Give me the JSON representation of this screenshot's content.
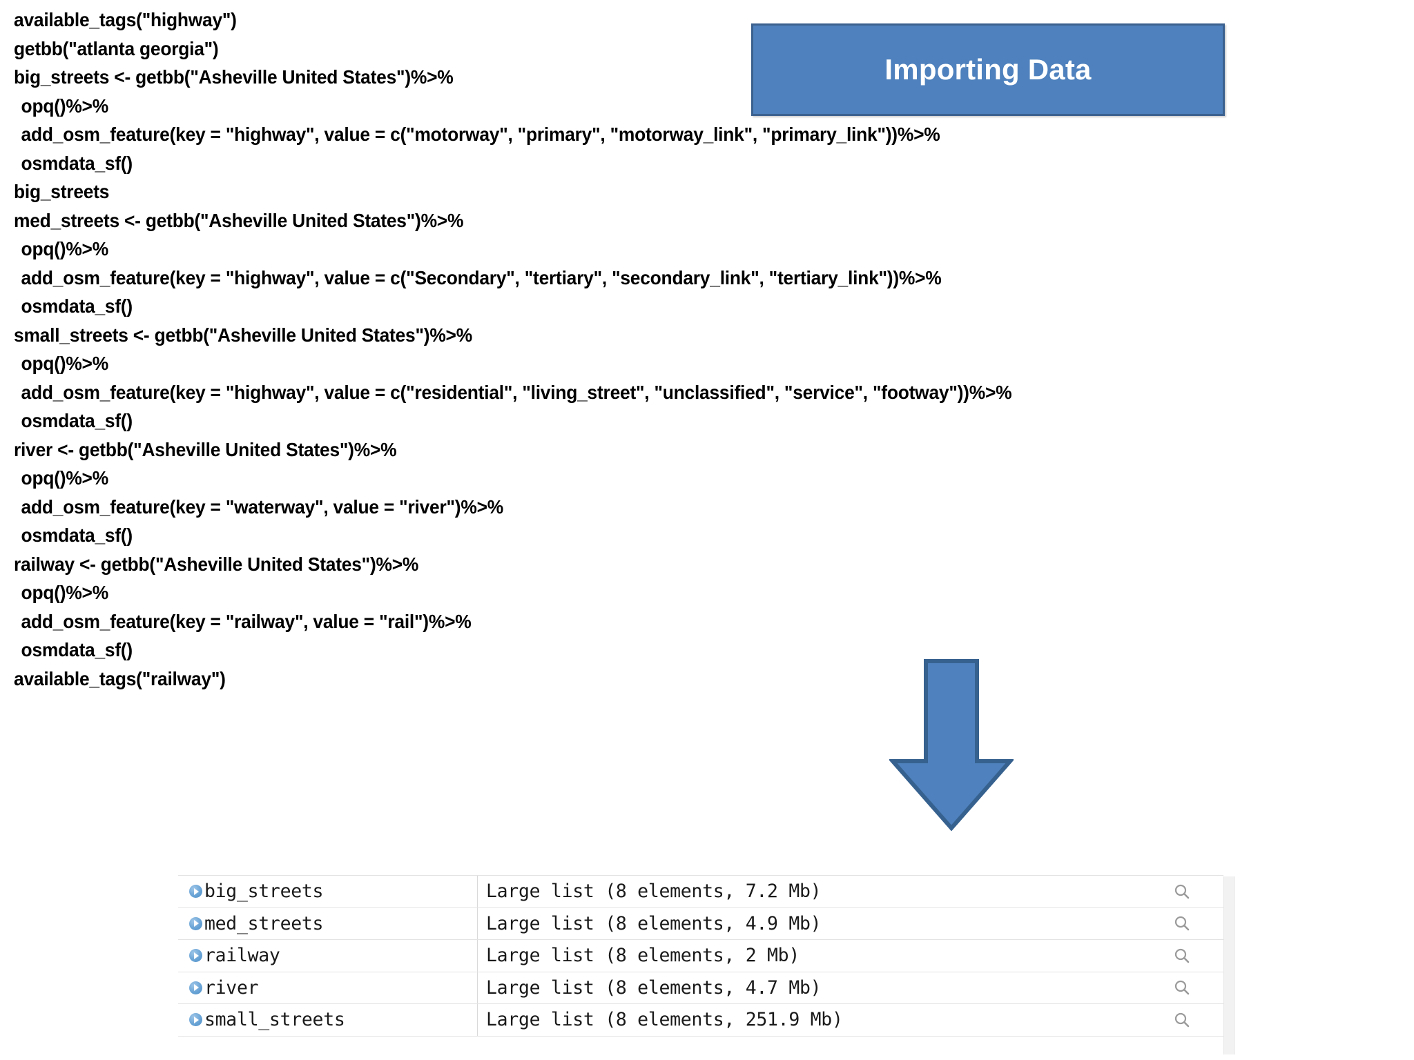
{
  "banner": {
    "title": "Importing Data",
    "fill_color": "#4E81BD",
    "border_color": "#3C618F",
    "text_color": "#FFFFFF"
  },
  "arrow": {
    "direction": "down",
    "fill_color": "#4E81BD",
    "border_color": "#36618F"
  },
  "code": {
    "lines": [
      {
        "text": "available_tags(\"highway\")",
        "indent": false
      },
      {
        "text": "getbb(\"atlanta georgia\")",
        "indent": false
      },
      {
        "text": "",
        "indent": false
      },
      {
        "text": "big_streets <- getbb(\"Asheville United States\")%>%",
        "indent": false
      },
      {
        "text": "opq()%>%",
        "indent": true
      },
      {
        "text": "add_osm_feature(key = \"highway\", value = c(\"motorway\", \"primary\", \"motorway_link\", \"primary_link\"))%>%",
        "indent": true
      },
      {
        "text": "osmdata_sf()",
        "indent": true
      },
      {
        "text": "big_streets",
        "indent": false
      },
      {
        "text": "",
        "indent": false
      },
      {
        "text": "med_streets <- getbb(\"Asheville United States\")%>%",
        "indent": false
      },
      {
        "text": "opq()%>%",
        "indent": true
      },
      {
        "text": "add_osm_feature(key = \"highway\", value = c(\"Secondary\", \"tertiary\", \"secondary_link\", \"tertiary_link\"))%>%",
        "indent": true
      },
      {
        "text": "osmdata_sf()",
        "indent": true
      },
      {
        "text": "",
        "indent": false
      },
      {
        "text": "small_streets <- getbb(\"Asheville United States\")%>%",
        "indent": false
      },
      {
        "text": "opq()%>%",
        "indent": true
      },
      {
        "text": "add_osm_feature(key = \"highway\", value = c(\"residential\", \"living_street\", \"unclassified\", \"service\", \"footway\"))%>%",
        "indent": true
      },
      {
        "text": "osmdata_sf()",
        "indent": true
      },
      {
        "text": "",
        "indent": false
      },
      {
        "text": "river <- getbb(\"Asheville United States\")%>%",
        "indent": false
      },
      {
        "text": "opq()%>%",
        "indent": true
      },
      {
        "text": "add_osm_feature(key = \"waterway\", value = \"river\")%>%",
        "indent": true
      },
      {
        "text": "osmdata_sf()",
        "indent": true
      },
      {
        "text": "",
        "indent": false
      },
      {
        "text": "railway <- getbb(\"Asheville United States\")%>%",
        "indent": false
      },
      {
        "text": "opq()%>%",
        "indent": true
      },
      {
        "text": "add_osm_feature(key = \"railway\", value = \"rail\")%>%",
        "indent": true
      },
      {
        "text": "osmdata_sf()",
        "indent": true
      },
      {
        "text": "",
        "indent": false
      },
      {
        "text": "available_tags(\"railway\")",
        "indent": false
      }
    ]
  },
  "environment_pane": {
    "rows": [
      {
        "expand_icon": "expand-circle-icon",
        "name": "big_streets",
        "value": "Large list (8 elements, 7.2 Mb)",
        "action_icon": "search-icon"
      },
      {
        "expand_icon": "expand-circle-icon",
        "name": "med_streets",
        "value": "Large list (8 elements, 4.9 Mb)",
        "action_icon": "search-icon"
      },
      {
        "expand_icon": "expand-circle-icon",
        "name": "railway",
        "value": "Large list (8 elements, 2 Mb)",
        "action_icon": "search-icon"
      },
      {
        "expand_icon": "expand-circle-icon",
        "name": "river",
        "value": "Large list (8 elements, 4.7 Mb)",
        "action_icon": "search-icon"
      },
      {
        "expand_icon": "expand-circle-icon",
        "name": "small_streets",
        "value": "Large list (8 elements, 251.9 Mb)",
        "action_icon": "search-icon"
      }
    ]
  }
}
